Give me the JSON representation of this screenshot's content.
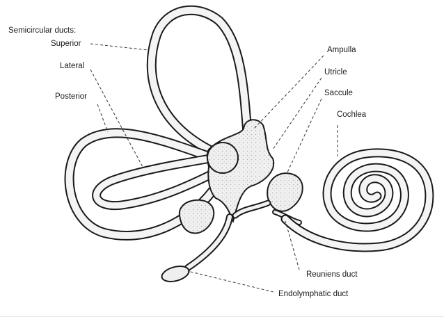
{
  "diagram": {
    "heading": "Semicircular ducts:",
    "labels": {
      "superior": "Superior",
      "lateral": "Lateral",
      "posterior": "Posterior",
      "ampulla": "Ampulla",
      "utricle": "Utricle",
      "saccule": "Saccule",
      "cochlea": "Cochlea",
      "reuniens": "Reuniens duct",
      "endolymphatic": "Endolymphatic duct"
    },
    "colors": {
      "stroke": "#1a1a1a",
      "fill": "#f2f2f2",
      "shade": "#c9c9c9",
      "leader": "#333333"
    }
  }
}
